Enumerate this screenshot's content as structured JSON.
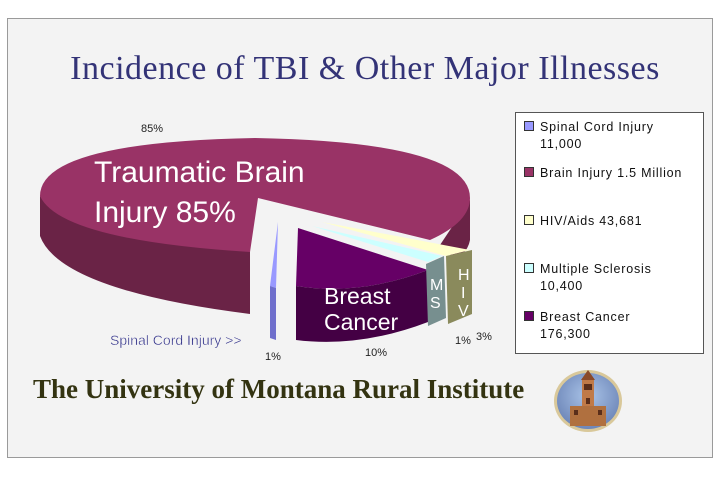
{
  "title": "Incidence of TBI & Other Major Illnesses",
  "footer": "The University of Montana Rural Institute",
  "chart_data": {
    "type": "pie",
    "slices": [
      {
        "name": "Traumatic Brain Injury",
        "value": 85,
        "percent_label": "85%",
        "inner_label": [
          "Traumatic Brain",
          "Injury 85%"
        ],
        "color": "#993366",
        "side_color": "#6a2346"
      },
      {
        "name": "Spinal Cord Injury",
        "value": 1,
        "percent_label": "1%",
        "callout_label": "Spinal Cord Injury >>",
        "color": "#9999ff",
        "side_color": "#6f6fcc"
      },
      {
        "name": "Breast Cancer",
        "value": 10,
        "percent_label": "10%",
        "inner_label": [
          "Breast",
          "Cancer"
        ],
        "color": "#660066",
        "side_color": "#440044"
      },
      {
        "name": "Multiple Sclerosis",
        "value": 1,
        "percent_label": "1%",
        "inner_label": [
          "M",
          "S"
        ],
        "color": "#ccffff",
        "side_color": "#778f8f"
      },
      {
        "name": "HIV/Aids",
        "value": 3,
        "percent_label": "3%",
        "inner_label": [
          "H",
          "I",
          "V"
        ],
        "color": "#ffffcc",
        "side_color": "#8a8a5c"
      }
    ],
    "legend": [
      {
        "lines": [
          "Spinal Cord Injury",
          "11,000"
        ],
        "color": "#9999ff"
      },
      {
        "lines": [
          "Brain Injury 1.5 Million"
        ],
        "color": "#993366"
      },
      {
        "lines": [
          "HIV/Aids 43,681"
        ],
        "color": "#ffffcc"
      },
      {
        "lines": [
          "Multiple Sclerosis",
          "10,400"
        ],
        "color": "#ccffff"
      },
      {
        "lines": [
          "Breast Cancer",
          "176,300"
        ],
        "color": "#660066"
      }
    ],
    "legend_placement": "right"
  },
  "logo_icon": "university-tower-seal-icon"
}
